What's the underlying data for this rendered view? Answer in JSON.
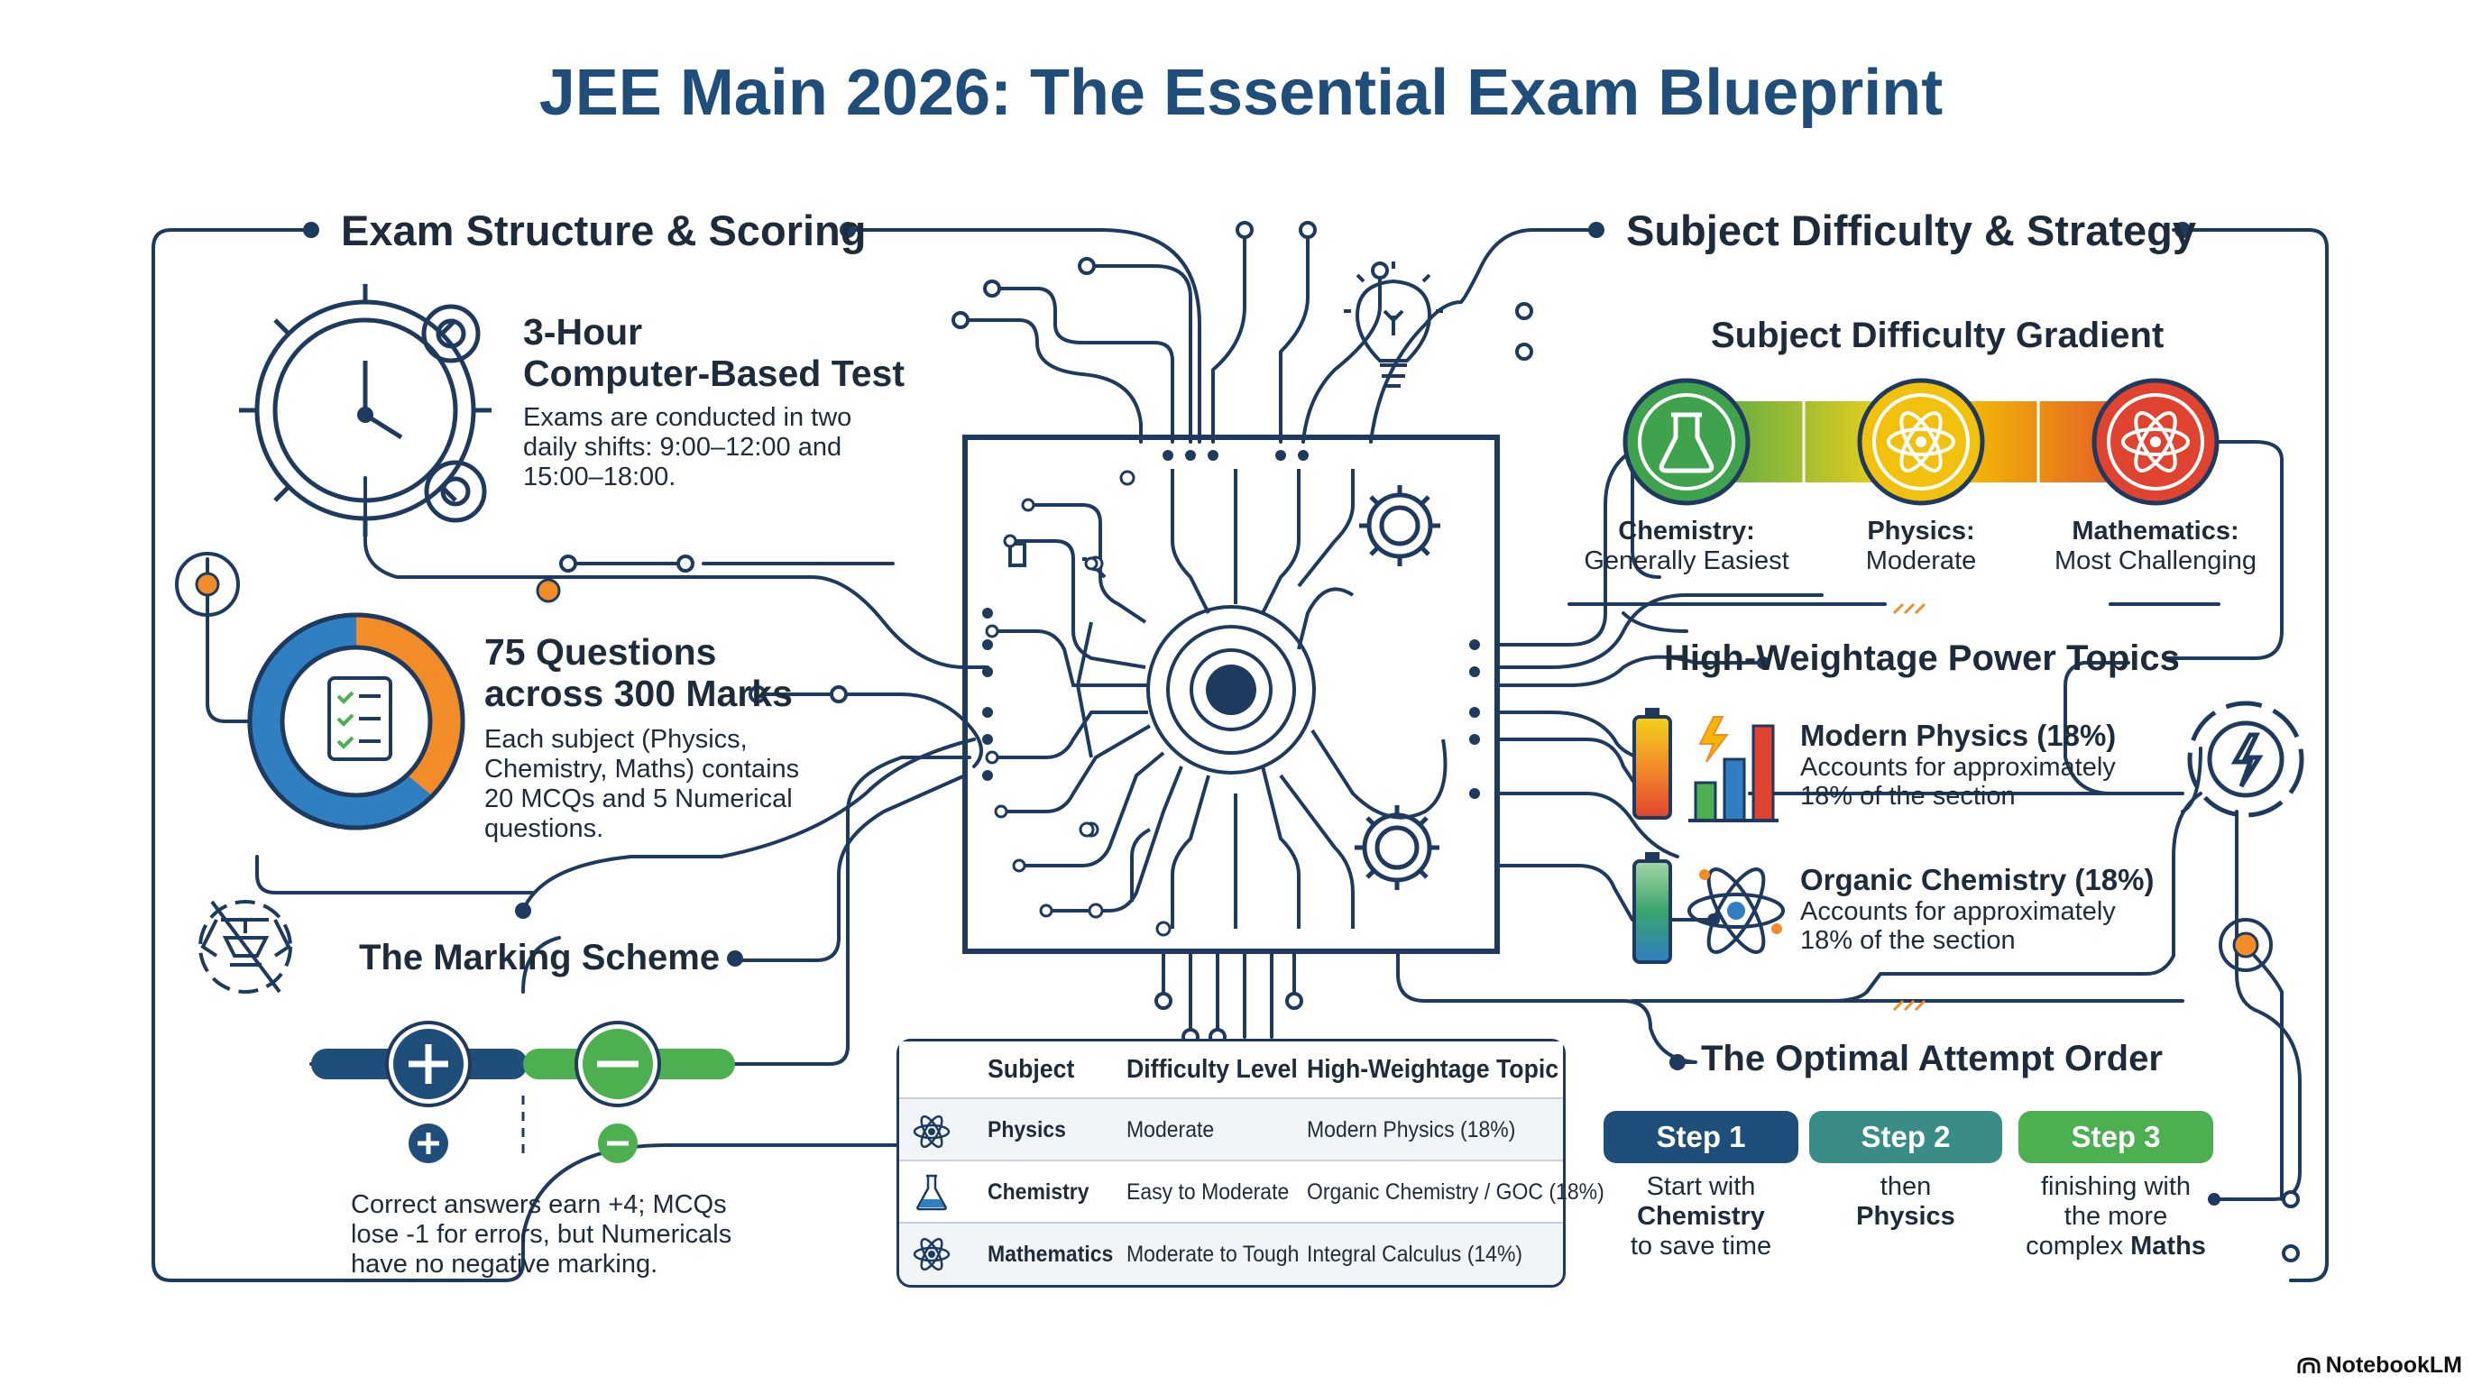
{
  "title": "JEE Main 2026: The Essential Exam Blueprint",
  "left_section": {
    "heading": "Exam Structure & Scoring",
    "test": {
      "heading_line1": "3-Hour",
      "heading_line2": "Computer-Based Test",
      "text": "Exams are conducted in two daily shifts: 9:00–12:00 and 15:00–18:00."
    },
    "questions": {
      "heading_line1": "75 Questions",
      "heading_line2": "across 300 Marks",
      "text": "Each subject (Physics, Chemistry, Maths) contains 20 MCQs and 5 Numerical questions."
    },
    "marking": {
      "heading": "The Marking Scheme",
      "text": "Correct answers earn +4; MCQs lose -1 for errors, but Numericals have no negative marking."
    }
  },
  "right_section": {
    "heading": "Subject Difficulty & Strategy",
    "gradient": {
      "heading": "Subject Difficulty Gradient",
      "items": [
        {
          "subject": "Chemistry:",
          "level": "Generally Easiest",
          "color": "#3fa34d"
        },
        {
          "subject": "Physics:",
          "level": "Moderate",
          "color": "#f2b705"
        },
        {
          "subject": "Mathematics:",
          "level": "Most Challenging",
          "color": "#e0432f"
        }
      ]
    },
    "power_topics": {
      "heading": "High-Weightage Power Topics",
      "items": [
        {
          "title": "Modern Physics (18%)",
          "text": "Accounts for approximately 18% of the section"
        },
        {
          "title": "Organic Chemistry (18%)",
          "text": "Accounts for approximately 18% of the section"
        }
      ]
    },
    "attempt_order": {
      "heading": "The Optimal Attempt Order",
      "steps": [
        {
          "label": "Step 1",
          "line1": "Start with",
          "bold": "Chemistry",
          "line3": "to save time",
          "color": "#1e4e79"
        },
        {
          "label": "Step 2",
          "line1": "then",
          "bold": "Physics",
          "color": "#3a8c86"
        },
        {
          "label": "Step 3",
          "line1": "finishing with",
          "line2": "the more",
          "line3_prefix": "complex",
          "bold": "Maths",
          "color": "#4caf50"
        }
      ]
    }
  },
  "table": {
    "headers": [
      "Subject",
      "Difficulty Level",
      "High-Weightage Topic"
    ],
    "rows": [
      {
        "subject": "Physics",
        "difficulty": "Moderate",
        "topic": "Modern Physics (18%)"
      },
      {
        "subject": "Chemistry",
        "difficulty": "Easy to Moderate",
        "topic": "Organic Chemistry / GOC (18%)"
      },
      {
        "subject": "Mathematics",
        "difficulty": "Moderate to Tough",
        "topic": "Integral Calculus (14%)"
      }
    ]
  },
  "branding": "NotebookLM",
  "colors": {
    "navy": "#1e3a5f",
    "orange": "#f28c28",
    "green": "#4caf50",
    "blue": "#2f7fc1"
  }
}
